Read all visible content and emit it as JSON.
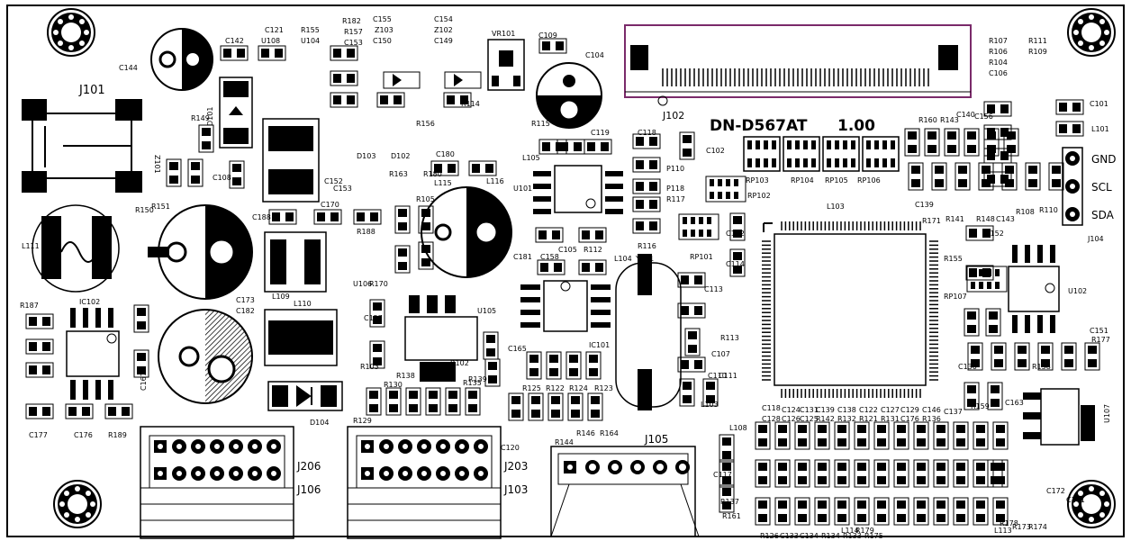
{
  "board": {
    "name": "DN-D567AT",
    "revision": "1.00"
  },
  "connectors": {
    "j101": "J101",
    "j102": "J102",
    "j104": "J104",
    "j105": "J105",
    "j106": "J106",
    "j206": "J206",
    "j203": "J203",
    "j103": "J103"
  },
  "pins": [
    "GND",
    "SCL",
    "SDA"
  ],
  "ics": {
    "u101": "U101",
    "u102": "U102",
    "u105": "U105",
    "u106": "U106",
    "u107": "U107",
    "ic101": "IC101",
    "ic102": "IC102",
    "y101": "Y101",
    "vr101": "VR101"
  },
  "inductors": {
    "l111": "L111",
    "l109": "L109",
    "l110": "L110",
    "l103": "L103",
    "l105": "L105",
    "l104": "L104",
    "l113": "L113",
    "l115": "L115",
    "l116": "L116",
    "l108": "L108",
    "l101": "L101"
  },
  "rpacks": [
    "RP103",
    "RP104",
    "RP105",
    "RP106",
    "RP102",
    "RP101",
    "RP107"
  ],
  "diodes": {
    "d101": "D101",
    "d104": "D104",
    "d103": "D103",
    "d102": "D102",
    "z101": "Z101"
  },
  "caps_electro": {
    "c144": "C144",
    "c104": "C104",
    "c173": "C173",
    "c182": "C182",
    "c181": "C181",
    "c167": "C167"
  },
  "misc_labels": [
    {
      "id": "c142",
      "text": "C142"
    },
    {
      "id": "c121",
      "text": "C121"
    },
    {
      "id": "u108",
      "text": "U108"
    },
    {
      "id": "r155",
      "text": "R155"
    },
    {
      "id": "u104",
      "text": "U104"
    },
    {
      "id": "r182",
      "text": "R182"
    },
    {
      "id": "r157",
      "text": "R157"
    },
    {
      "id": "c153",
      "text": "C153"
    },
    {
      "id": "c155",
      "text": "C155"
    },
    {
      "id": "z103",
      "text": "Z103"
    },
    {
      "id": "c150",
      "text": "C150"
    },
    {
      "id": "c154",
      "text": "C154"
    },
    {
      "id": "z102",
      "text": "Z102"
    },
    {
      "id": "c149",
      "text": "C149"
    },
    {
      "id": "c109",
      "text": "C109"
    },
    {
      "id": "r114",
      "text": "R114"
    },
    {
      "id": "r156",
      "text": "R156"
    },
    {
      "id": "r115",
      "text": "R115"
    },
    {
      "id": "r149",
      "text": "R149"
    },
    {
      "id": "c108",
      "text": "C108"
    },
    {
      "id": "c188",
      "text": "C188"
    },
    {
      "id": "c170",
      "text": "C170"
    },
    {
      "id": "r188",
      "text": "R188"
    },
    {
      "id": "r170",
      "text": "R170"
    },
    {
      "id": "c180",
      "text": "C180"
    },
    {
      "id": "c119",
      "text": "C119"
    },
    {
      "id": "c118",
      "text": "C118"
    },
    {
      "id": "p110",
      "text": "P110"
    },
    {
      "id": "p118",
      "text": "P118"
    },
    {
      "id": "r117",
      "text": "R117"
    },
    {
      "id": "r116",
      "text": "R116"
    },
    {
      "id": "c105",
      "text": "C105"
    },
    {
      "id": "r112",
      "text": "R112"
    },
    {
      "id": "c158",
      "text": "C158"
    },
    {
      "id": "r187",
      "text": "R187"
    },
    {
      "id": "c177",
      "text": "C177"
    },
    {
      "id": "c176",
      "text": "C176"
    },
    {
      "id": "r189",
      "text": "R189"
    },
    {
      "id": "r150",
      "text": "R150"
    },
    {
      "id": "r151",
      "text": "R151"
    },
    {
      "id": "c157",
      "text": "C157"
    },
    {
      "id": "r103",
      "text": "R103"
    },
    {
      "id": "c165",
      "text": "C165"
    },
    {
      "id": "r129",
      "text": "R129"
    },
    {
      "id": "r113",
      "text": "R113"
    },
    {
      "id": "c107",
      "text": "C107"
    },
    {
      "id": "c113",
      "text": "C113"
    },
    {
      "id": "c112",
      "text": "C112"
    },
    {
      "id": "c114",
      "text": "C114"
    },
    {
      "id": "r152",
      "text": "R152"
    },
    {
      "id": "r155b",
      "text": "R155"
    },
    {
      "id": "c101",
      "text": "C101"
    },
    {
      "id": "c156",
      "text": "C156"
    },
    {
      "id": "r160",
      "text": "R160"
    },
    {
      "id": "r143",
      "text": "R143"
    },
    {
      "id": "c140",
      "text": "C140"
    },
    {
      "id": "r108",
      "text": "R108"
    },
    {
      "id": "r110",
      "text": "R110"
    },
    {
      "id": "r158",
      "text": "R158"
    },
    {
      "id": "c130",
      "text": "C130"
    },
    {
      "id": "r159",
      "text": "R159"
    },
    {
      "id": "r137",
      "text": "R137"
    },
    {
      "id": "r161",
      "text": "R161"
    },
    {
      "id": "l114",
      "text": "L114"
    },
    {
      "id": "r179",
      "text": "R179"
    },
    {
      "id": "r178",
      "text": "R178"
    },
    {
      "id": "r173",
      "text": "R173"
    },
    {
      "id": "r174",
      "text": "R174"
    },
    {
      "id": "c172",
      "text": "C172"
    },
    {
      "id": "c141",
      "text": "C141"
    },
    {
      "id": "c120",
      "text": "C120"
    },
    {
      "id": "c117",
      "text": "C117"
    },
    {
      "id": "r125",
      "text": "R125"
    },
    {
      "id": "r122",
      "text": "R122"
    },
    {
      "id": "r124",
      "text": "R124"
    },
    {
      "id": "r123",
      "text": "R123"
    },
    {
      "id": "r144",
      "text": "R144"
    },
    {
      "id": "r146",
      "text": "R146"
    },
    {
      "id": "r164",
      "text": "R164"
    },
    {
      "id": "r138",
      "text": "R138"
    },
    {
      "id": "r130",
      "text": "R130"
    },
    {
      "id": "r135",
      "text": "R135"
    },
    {
      "id": "r139",
      "text": "R139"
    },
    {
      "id": "r102",
      "text": "R102"
    },
    {
      "id": "r105",
      "text": "R105"
    },
    {
      "id": "r180",
      "text": "R180"
    },
    {
      "id": "r163",
      "text": "R163"
    },
    {
      "id": "r107",
      "text": "R107"
    },
    {
      "id": "r106",
      "text": "R106"
    },
    {
      "id": "r104",
      "text": "R104"
    },
    {
      "id": "c106",
      "text": "C106"
    },
    {
      "id": "r111",
      "text": "R111"
    },
    {
      "id": "r109",
      "text": "R109"
    },
    {
      "id": "c152",
      "text": "C152"
    },
    {
      "id": "c153b",
      "text": "C153"
    },
    {
      "id": "r171",
      "text": "R171"
    },
    {
      "id": "r141",
      "text": "R141"
    },
    {
      "id": "r148",
      "text": "R148"
    },
    {
      "id": "c143",
      "text": "C143"
    },
    {
      "id": "c139",
      "text": "C139"
    },
    {
      "id": "r177",
      "text": "R177"
    },
    {
      "id": "c151",
      "text": "C151"
    },
    {
      "id": "c110",
      "text": "C110"
    },
    {
      "id": "c111",
      "text": "C111"
    },
    {
      "id": "c102",
      "text": "C102"
    },
    {
      "id": "r126",
      "text": "R126"
    },
    {
      "id": "c133",
      "text": "C133"
    },
    {
      "id": "c134",
      "text": "C134"
    },
    {
      "id": "r134",
      "text": "R134"
    },
    {
      "id": "r133",
      "text": "R133"
    },
    {
      "id": "r175",
      "text": "R175"
    },
    {
      "id": "c118b",
      "text": "C118"
    },
    {
      "id": "c124",
      "text": "C124"
    },
    {
      "id": "c131",
      "text": "C131"
    },
    {
      "id": "c139b",
      "text": "C139"
    },
    {
      "id": "c138",
      "text": "C138"
    },
    {
      "id": "c122",
      "text": "C122"
    },
    {
      "id": "c127",
      "text": "C127"
    },
    {
      "id": "c129",
      "text": "C129"
    },
    {
      "id": "c146",
      "text": "C146"
    },
    {
      "id": "c128",
      "text": "C128"
    },
    {
      "id": "c126",
      "text": "C126"
    },
    {
      "id": "c125",
      "text": "C125"
    },
    {
      "id": "r142",
      "text": "R142"
    },
    {
      "id": "r132",
      "text": "R132"
    },
    {
      "id": "r121",
      "text": "R121"
    },
    {
      "id": "r131",
      "text": "R131"
    },
    {
      "id": "c176b",
      "text": "C176"
    },
    {
      "id": "r136",
      "text": "R136"
    },
    {
      "id": "c137",
      "text": "C137"
    },
    {
      "id": "c163",
      "text": "C163"
    }
  ]
}
